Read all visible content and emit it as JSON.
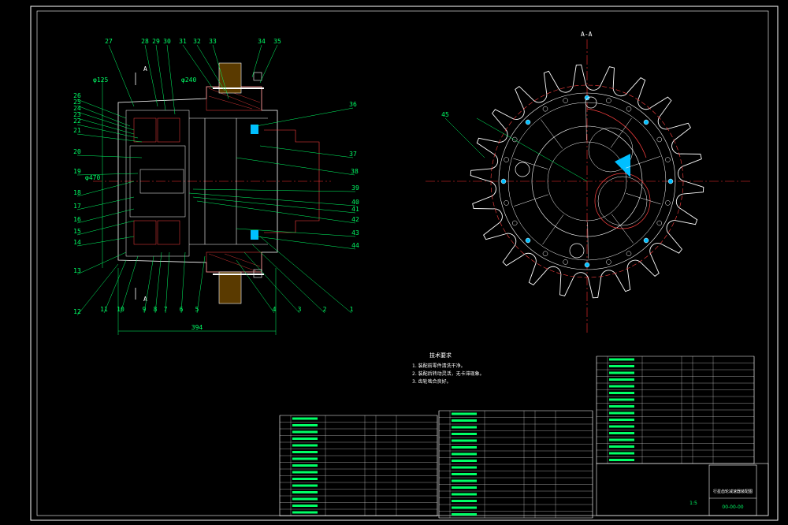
{
  "section_label": "A-A",
  "section_mark": "A",
  "balloons": [
    {
      "text": "27"
    },
    {
      "text": "28"
    },
    {
      "text": "29"
    },
    {
      "text": "30"
    },
    {
      "text": "31"
    },
    {
      "text": "32"
    },
    {
      "text": "33"
    },
    {
      "text": "34"
    },
    {
      "text": "35"
    },
    {
      "text": "36"
    },
    {
      "text": "37"
    },
    {
      "text": "38"
    },
    {
      "text": "39"
    },
    {
      "text": "40"
    },
    {
      "text": "41"
    },
    {
      "text": "42"
    },
    {
      "text": "43"
    },
    {
      "text": "44"
    },
    {
      "text": "26"
    },
    {
      "text": "25"
    },
    {
      "text": "24"
    },
    {
      "text": "23"
    },
    {
      "text": "22"
    },
    {
      "text": "21"
    },
    {
      "text": "20"
    },
    {
      "text": "19"
    },
    {
      "text": "18"
    },
    {
      "text": "17"
    },
    {
      "text": "16"
    },
    {
      "text": "15"
    },
    {
      "text": "14"
    },
    {
      "text": "13"
    },
    {
      "text": "12"
    },
    {
      "text": "11"
    },
    {
      "text": "10"
    },
    {
      "text": "9"
    },
    {
      "text": "8"
    },
    {
      "text": "7"
    },
    {
      "text": "6"
    },
    {
      "text": "5"
    },
    {
      "text": "4"
    },
    {
      "text": "3"
    },
    {
      "text": "2"
    },
    {
      "text": "1"
    },
    {
      "text": "45"
    }
  ],
  "dimensions": {
    "width": "394",
    "dia_a": "φ125",
    "dia_b": "φ240",
    "dia_c": "φ470"
  },
  "notes": {
    "title": "技术要求",
    "items": [
      "1. 装配前零件清洗干净。",
      "2. 装配后转动灵活，无卡滞现象。",
      "3. 齿轮啮合良好。"
    ]
  },
  "title_block": {
    "drawing_no": "00-00-00",
    "scale": "1:5",
    "company": "行星齿轮减速器装配图"
  }
}
